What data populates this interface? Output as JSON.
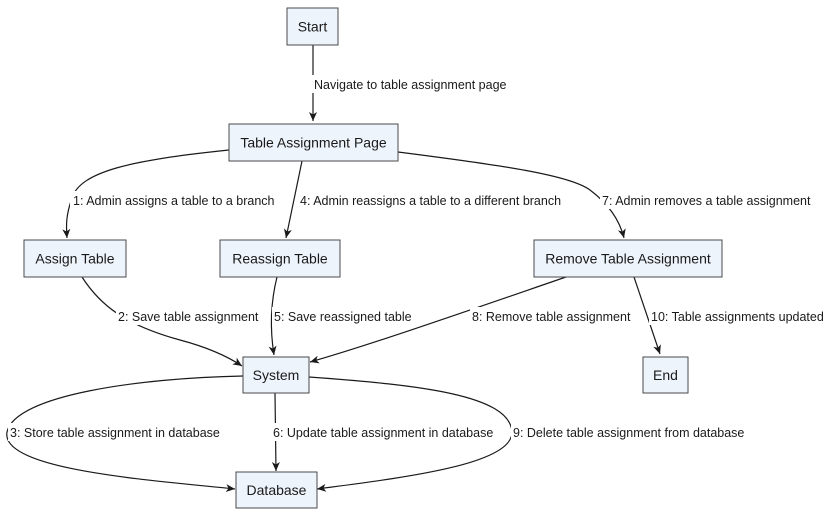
{
  "nodes": {
    "start": "Start",
    "table_assignment_page": "Table Assignment Page",
    "assign_table": "Assign Table",
    "reassign_table": "Reassign Table",
    "remove_table_assignment": "Remove Table Assignment",
    "system": "System",
    "end": "End",
    "database": "Database"
  },
  "edges": {
    "navigate": "Navigate to table assignment page",
    "e1": "1: Admin assigns a table to a branch",
    "e4": "4: Admin reassigns a table to a different branch",
    "e7": "7: Admin removes a table assignment",
    "e2": "2: Save table assignment",
    "e5": "5: Save reassigned table",
    "e8": "8: Remove table assignment",
    "e10": "10: Table assignments updated",
    "e3": "3: Store table assignment in database",
    "e6": "6: Update table assignment in database",
    "e9": "9: Delete table assignment from database"
  },
  "colors": {
    "node_fill": "#eef4fc",
    "node_stroke": "#4a4a4a",
    "edge_stroke": "#1a1a1a"
  }
}
